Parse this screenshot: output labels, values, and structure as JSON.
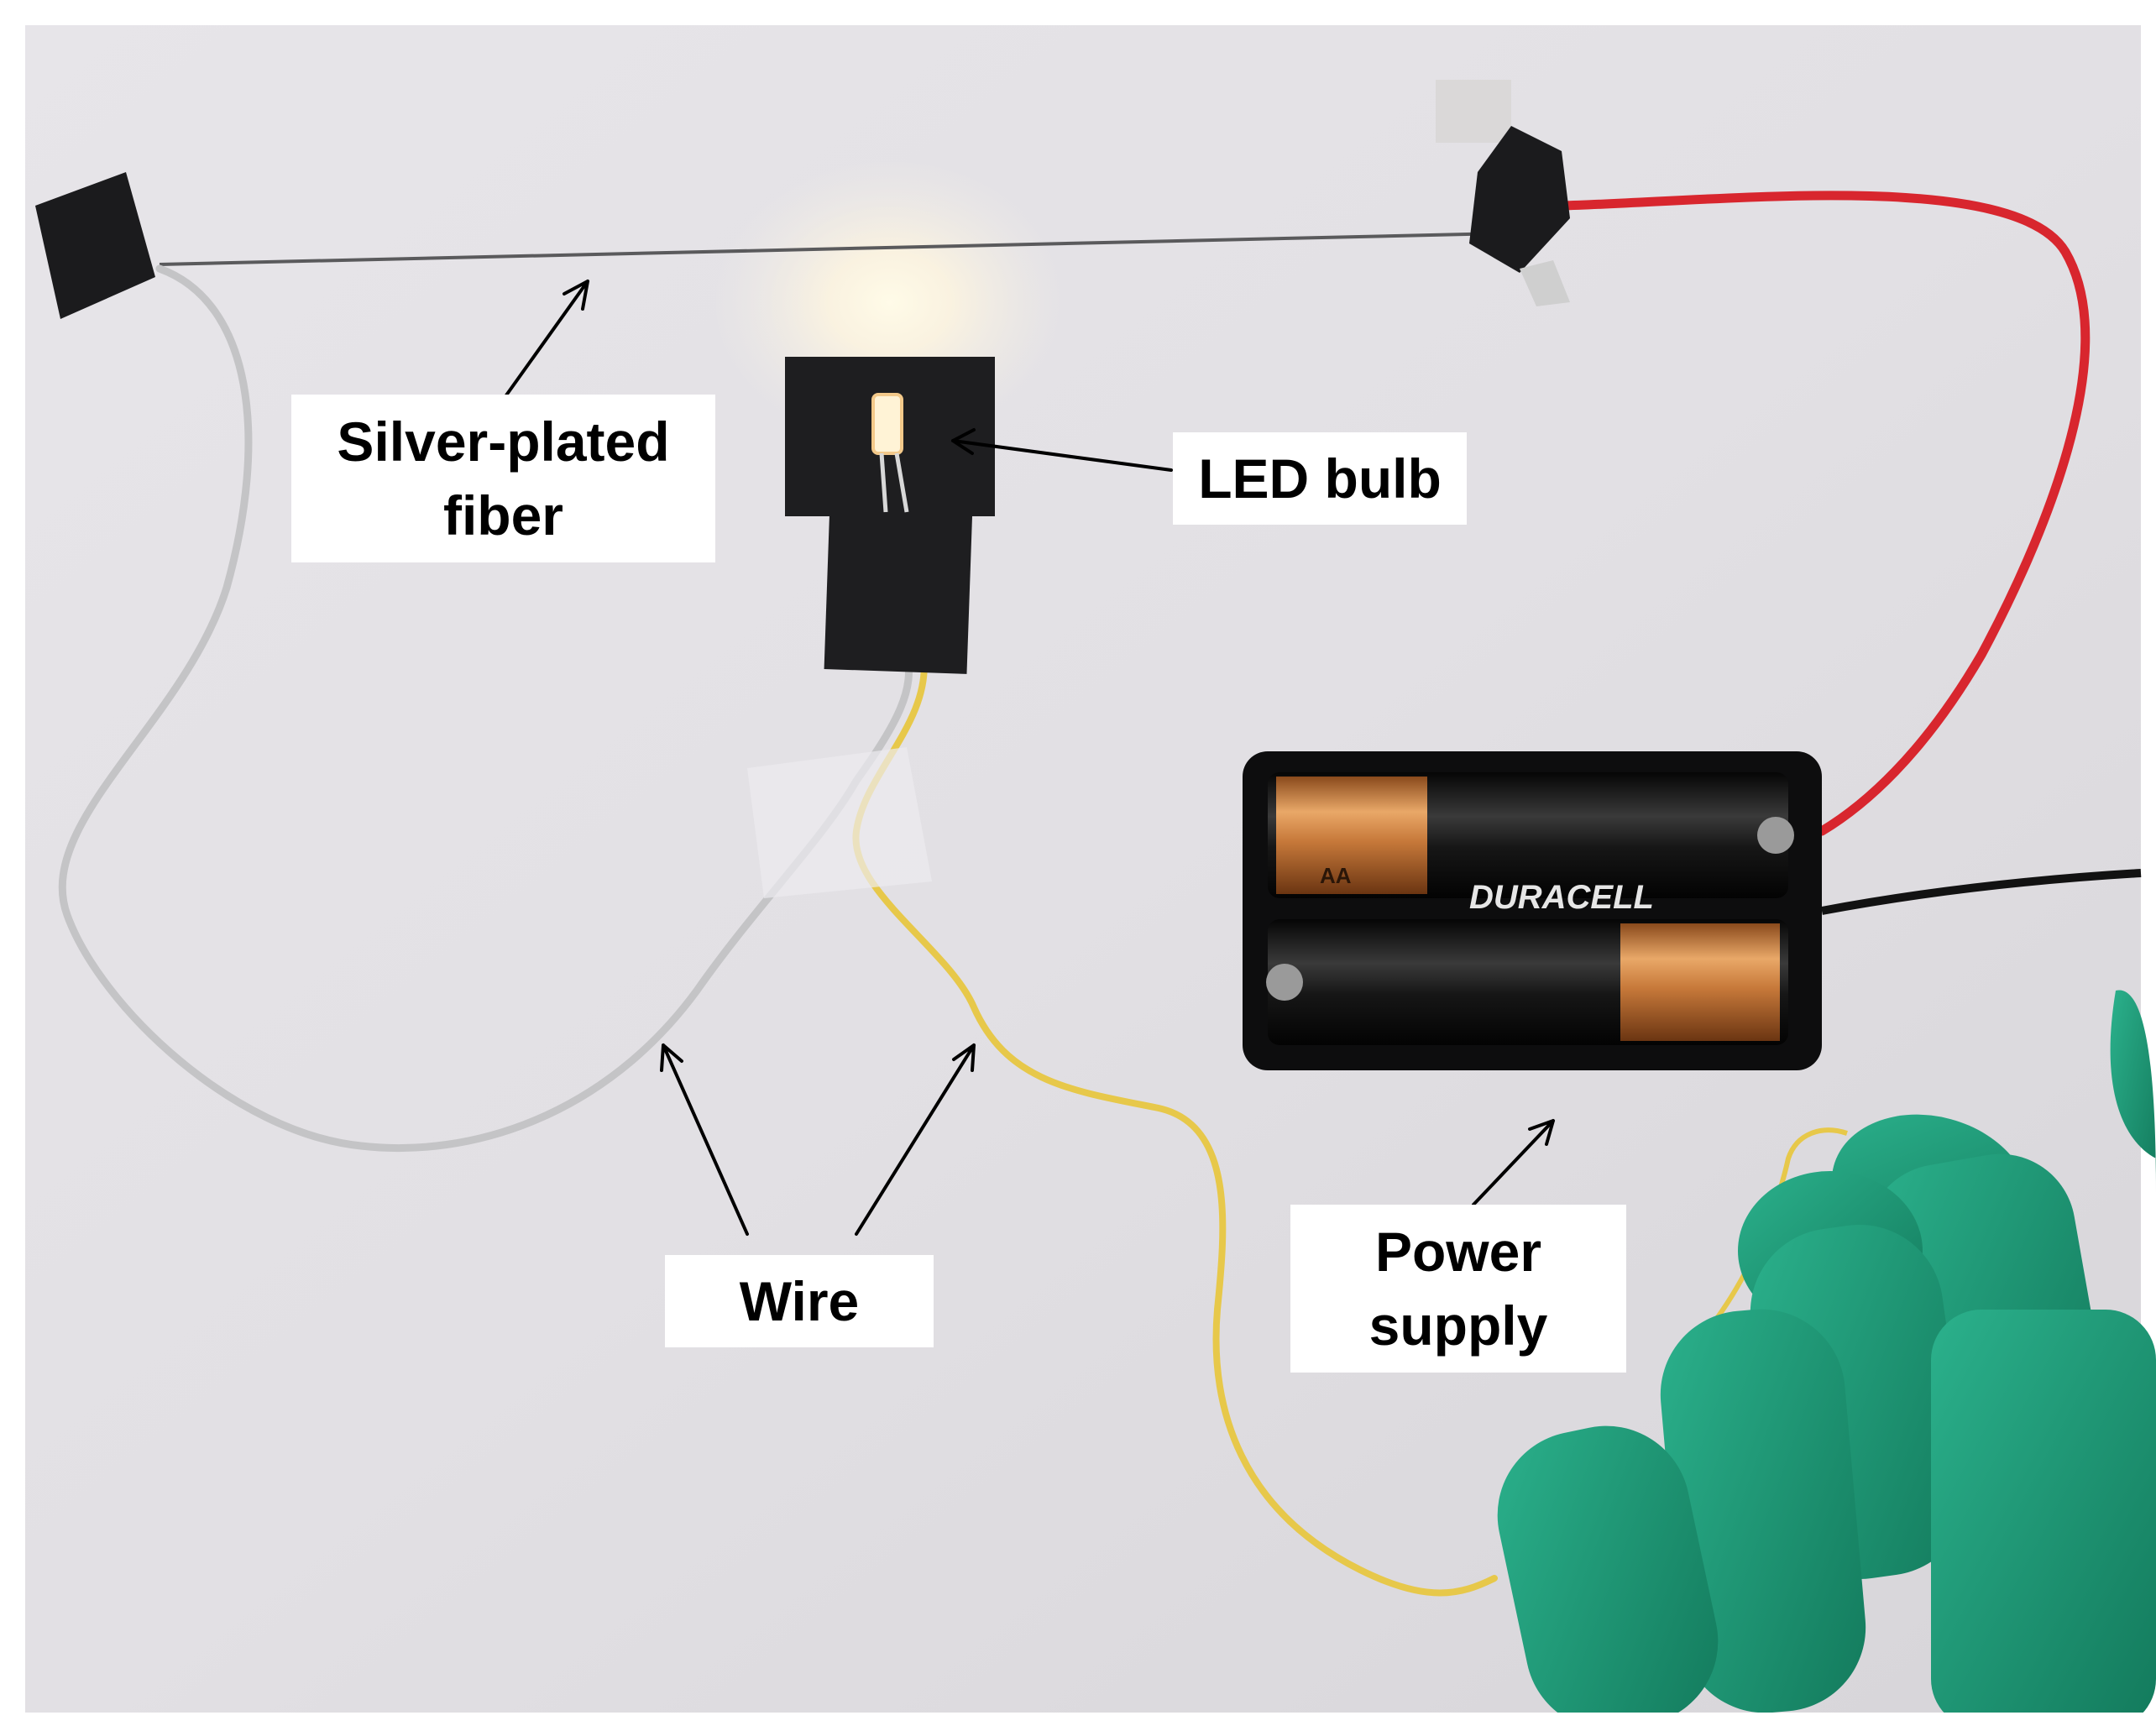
{
  "labels": {
    "silver_fiber": [
      "Silver-plated",
      "fiber"
    ],
    "led_bulb": "LED bulb",
    "wire": "Wire",
    "power_supply": [
      "Power",
      "supply"
    ]
  },
  "battery_print": {
    "brand": "DURACELL",
    "size": "AA"
  },
  "colors": {
    "board": "#e4e2e6",
    "tape": "#1b1b1d",
    "red_wire": "#d8262e",
    "yellow_wire": "#e7c84a",
    "grey_wire": "#c4c4c6",
    "glove": "#1fa07c",
    "battery_copper": "#c7793a",
    "battery_black": "#151515"
  }
}
